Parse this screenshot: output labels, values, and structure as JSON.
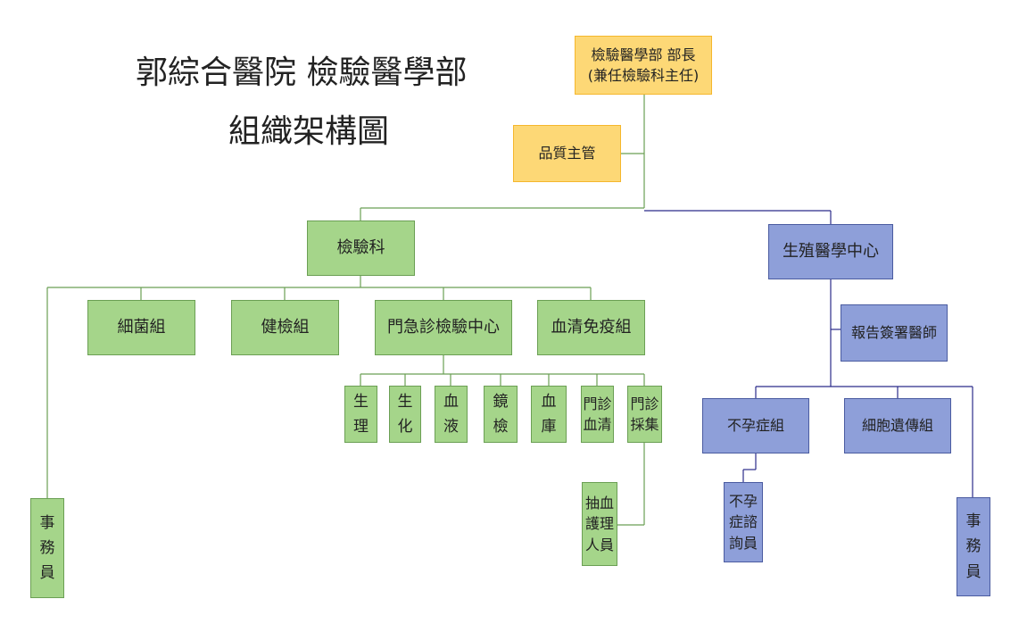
{
  "title": {
    "line1": "郭綜合醫院 檢驗醫學部",
    "line2": "組織架構圖"
  },
  "colors": {
    "management_fill": "#fdd876",
    "lab_fill": "#a5d58a",
    "reproductive_fill": "#8e9fd9",
    "lab_line": "#6b9f54",
    "reproductive_line": "#2a2a8a"
  },
  "nodes": {
    "director": "檢驗醫學部 部長\n(兼任檢驗科主任)",
    "quality_manager": "品質主管",
    "lab_department": "檢驗科",
    "reproductive_center": "生殖醫學中心",
    "bacteriology": "細菌組",
    "health_check": "健檢組",
    "outpatient_lab": "門急診檢驗中心",
    "serology_immunology": "血清免疫組",
    "lab_admin_staff": "事\n務\n員",
    "physiology": "生\n理",
    "biochemistry": "生\n化",
    "hematology": "血\n液",
    "microscopy": "鏡\n檢",
    "blood_bank": "血\n庫",
    "outpatient_serum": "門診\n血清",
    "outpatient_collection": "門診\n採集",
    "phlebotomy_nurse": "抽血\n護理\n人員",
    "report_signing_physician": "報告簽署醫師",
    "infertility_group": "不孕症組",
    "cell_genetics_group": "細胞遺傳組",
    "infertility_counselor": "不孕\n症諮\n詢員",
    "repro_admin_staff": "事\n務\n員"
  }
}
